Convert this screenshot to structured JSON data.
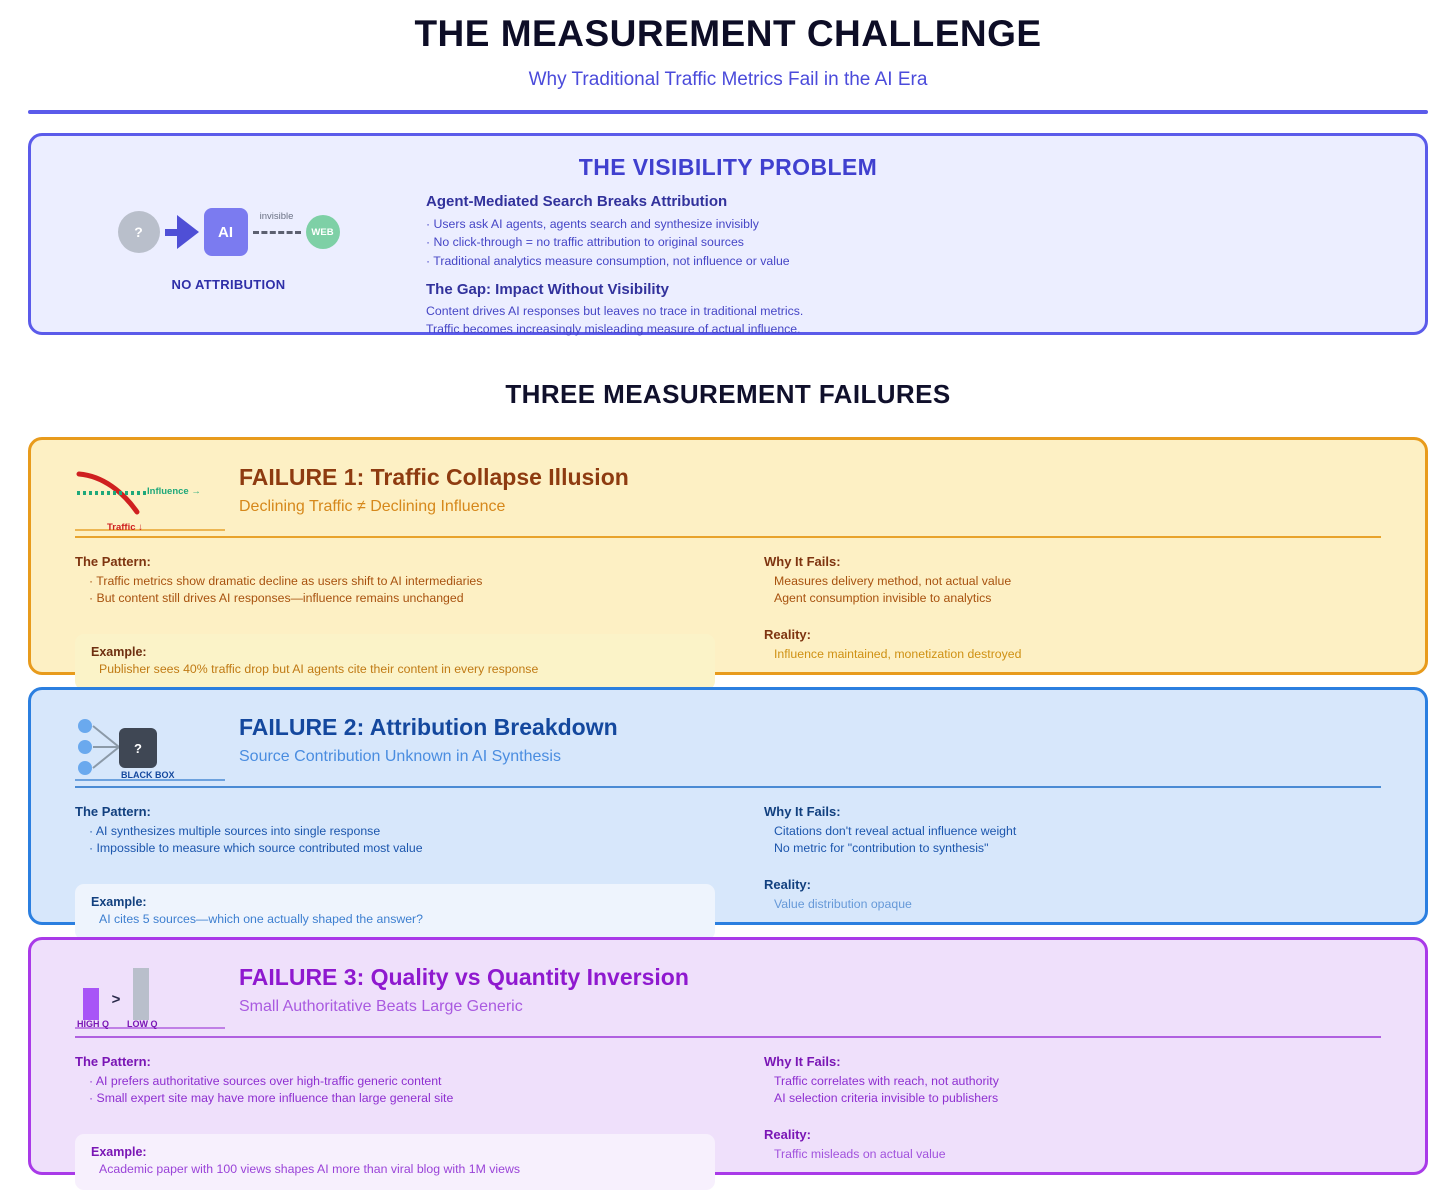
{
  "header": {
    "title": "THE MEASUREMENT CHALLENGE",
    "subtitle": "Why Traditional Traffic Metrics Fail in the AI Era"
  },
  "visibility": {
    "title": "THE VISIBILITY PROBLEM",
    "diagram": {
      "query_node": "?",
      "ai_node": "AI",
      "web_node": "WEB",
      "dashed_label": "invisible",
      "caption": "NO ATTRIBUTION"
    },
    "heading_1": "Agent-Mediated Search Breaks Attribution",
    "bullets": [
      "· Users ask AI agents, agents search and synthesize invisibly",
      "· No click-through = no traffic attribution to original sources",
      "· Traditional analytics measure consumption, not influence or value"
    ],
    "heading_2": "The Gap: Impact Without Visibility",
    "paragraph_lines": [
      "Content drives AI responses but leaves no trace in traditional metrics.",
      "Traffic becomes increasingly misleading measure of actual influence."
    ]
  },
  "section_heading": "THREE MEASUREMENT FAILURES",
  "labels": {
    "pattern": "The Pattern:",
    "why_fails": "Why It Fails:",
    "example": "Example:",
    "reality": "Reality:"
  },
  "failures": [
    {
      "title": "FAILURE 1: Traffic Collapse Illusion",
      "subtitle": "Declining Traffic ≠ Declining Influence",
      "icon": {
        "influence_label": "Influence →",
        "traffic_label": "Traffic ↓"
      },
      "pattern": [
        "· Traffic metrics show dramatic decline as users shift to AI intermediaries",
        "· But content still drives AI responses—influence remains unchanged"
      ],
      "why": [
        "Measures delivery method, not actual value",
        "Agent consumption invisible to analytics"
      ],
      "example": "Publisher sees 40% traffic drop but AI agents cite their content in every response",
      "reality": "Influence maintained, monetization destroyed",
      "colors": {
        "border": "#e89b1c",
        "background": "#fdf0c4",
        "title": "#8e3b10"
      }
    },
    {
      "title": "FAILURE 2: Attribution Breakdown",
      "subtitle": "Source Contribution Unknown in AI Synthesis",
      "icon": {
        "box_glyph": "?",
        "caption": "BLACK BOX"
      },
      "pattern": [
        "· AI synthesizes multiple sources into single response",
        "· Impossible to measure which source contributed most value"
      ],
      "why": [
        "Citations don't reveal actual influence weight",
        "No metric for \"contribution to synthesis\""
      ],
      "example": "AI cites 5 sources—which one actually shaped the answer?",
      "reality": "Value distribution opaque",
      "colors": {
        "border": "#2b7fe0",
        "background": "#d7e7fb",
        "title": "#14489e"
      }
    },
    {
      "title": "FAILURE 3: Quality vs Quantity Inversion",
      "subtitle": "Small Authoritative Beats Large Generic",
      "icon": {
        "high_label": "HIGH Q",
        "low_label": "LOW Q",
        "comparator": ">"
      },
      "pattern": [
        "· AI prefers authoritative sources over high-traffic generic content",
        "· Small expert site may have more influence than large general site"
      ],
      "why": [
        "Traffic correlates with reach, not authority",
        "AI selection criteria invisible to publishers"
      ],
      "example": "Academic paper with 100 views shapes AI more than viral blog with 1M views",
      "reality": "Traffic misleads on actual value",
      "colors": {
        "border": "#a93ae8",
        "background": "#efe0fb",
        "title": "#8f19cf"
      }
    }
  ]
}
